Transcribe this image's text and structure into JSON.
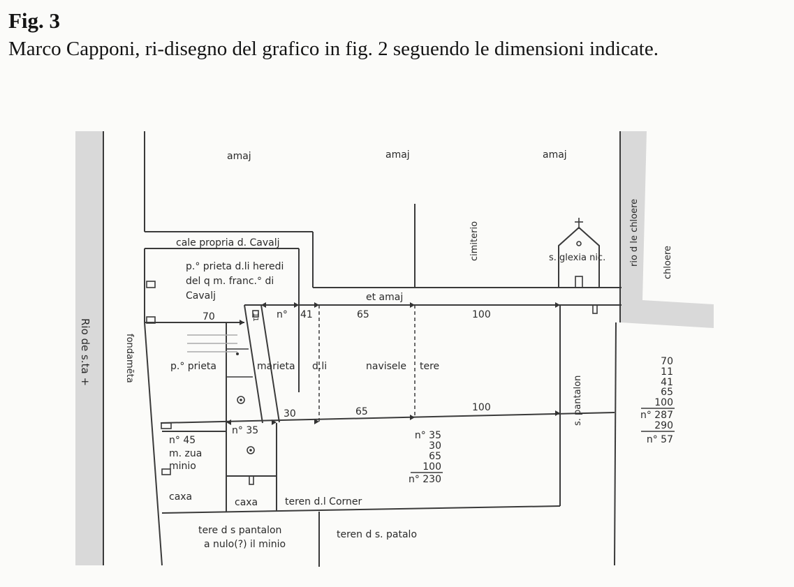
{
  "caption": {
    "label": "Fig. 3",
    "text": "Marco Capponi, ri-disegno del grafico in fig. 2 seguendo le dimensioni indicate."
  },
  "plan": {
    "labels": {
      "amaj_1": "amaj",
      "amaj_2": "amaj",
      "amaj_3": "amaj",
      "cimiterio": "cimiterio",
      "cale_propria": "cale propria d. Cavalj",
      "rio_chloere": "rio d le chloere",
      "chloere": "chloere",
      "church": "s. glexia nic.",
      "prieta_line1": "p.° prieta d.li heredi",
      "prieta_line2": "del q m. franc.° di",
      "prieta_line3": "Cavalj",
      "et_amaj": "et amaj",
      "fondamenta": "fondamēta",
      "rio_de_s": "Rio de s.ta +",
      "p_prieta": "p.° prieta",
      "marieta": "marieta",
      "dli": "d.li",
      "navisele": "navisele",
      "tere": "tere",
      "s_pantalon": "s. pantalon",
      "n45": "n° 45",
      "m_zua": "m. zua",
      "minio": "minio",
      "caxa_1": "caxa",
      "caxa_2": "caxa",
      "teren_corner": "teren d.l Corner",
      "tere_pantalon_1": "tere d s pantalon",
      "tere_pantalon_2": "a nulo(?) il minio",
      "teren_patalo": "teren d s. patalo"
    },
    "dimensions": {
      "d70": "70",
      "d11": "11",
      "n_label": "n°",
      "d41": "41",
      "d65_top": "65",
      "d100_top": "100",
      "d30": "30",
      "n35": "n° 35",
      "d65_bot": "65",
      "d100_bot": "100"
    },
    "sum_middle": [
      "n° 35",
      "30",
      "65",
      "100",
      "n° 230"
    ],
    "sum_right": [
      "70",
      "11",
      "41",
      "65",
      "100",
      "n° 287",
      "290",
      "n° 57"
    ]
  }
}
